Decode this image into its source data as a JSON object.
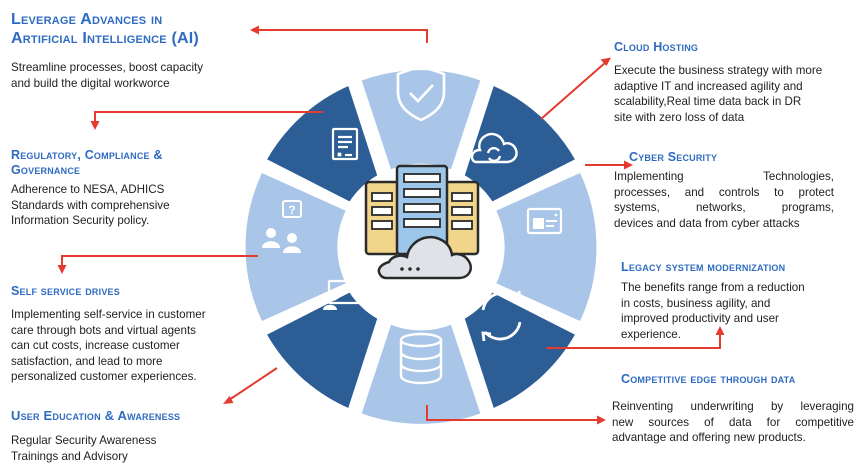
{
  "colors": {
    "title": "#2f6bc1",
    "arrow": "#e53a2e",
    "dark": "#2c5e95",
    "light": "#a9c6e8",
    "icon": "#ffffff"
  },
  "sections": [
    {
      "title": "Leverage Advances in Artificial Intelligence (AI)",
      "title_lines": [
        "Leverage Advances in",
        "Artificial Intelligence (AI)"
      ],
      "lines": [
        "Streamline processes, boost capacity",
        "and build the digital workworce"
      ]
    },
    {
      "title": "Regulatory, Compliance & Governance",
      "title_lines": [
        "Regulatory, Compliance &",
        "Governance"
      ],
      "lines": [
        "Adherence to NESA, ADHICS",
        "Standards with comprehensive",
        "Information Security policy."
      ]
    },
    {
      "title": "Self service drives",
      "lines": [
        "Implementing self-service in customer",
        "care through bots and virtual agents",
        "can cut costs, increase customer",
        "satisfaction, and lead to more",
        "personalized customer experiences."
      ]
    },
    {
      "title": "User Education & Awareness",
      "lines": [
        "Regular Security Awareness",
        "Trainings and Advisory"
      ]
    },
    {
      "title": "Cloud Hosting",
      "lines": [
        "Execute the business strategy with more",
        "adaptive IT and increased agility and",
        "scalability,Real time data back in DR",
        "site with zero loss of data"
      ]
    },
    {
      "title": "Cyber Security",
      "lines": [
        "Implementing Technologies,",
        "processes, and controls to protect",
        "systems, networks, programs,",
        "devices and data from cyber attacks"
      ]
    },
    {
      "title": "Legacy system modernization",
      "lines": [
        "The benefits range from a reduction",
        "in costs, business agility, and",
        "improved productivity and user",
        "experience."
      ]
    },
    {
      "title": "Competitive edge through data",
      "lines": [
        "Reinventing underwriting by leveraging",
        "new sources of data for competitive",
        "advantage and offering new products."
      ]
    }
  ],
  "icons": [
    "shield-check-icon",
    "cloud-sync-icon",
    "presentation-screen-icon",
    "refresh-cycle-icon",
    "database-icon",
    "whiteboard-teacher-icon",
    "user-question-icon",
    "document-checklist-icon",
    "server-cloud-icon"
  ]
}
